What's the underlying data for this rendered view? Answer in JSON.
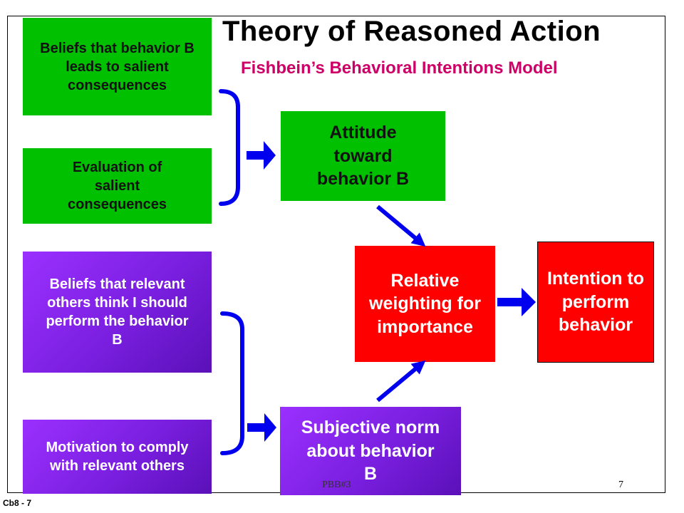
{
  "title": "Theory of Reasoned Action",
  "subtitle": "Fishbein’s Behavioral Intentions Model",
  "boxes": {
    "beliefs_consequences": "Beliefs that behavior B leads to salient consequences",
    "evaluation": "Evaluation of salient consequences",
    "beliefs_others": "Beliefs that relevant others think I should perform the behavior B",
    "motivation": "Motivation to comply with relevant others",
    "attitude": "Attitude toward behavior B",
    "subjective_norm": "Subjective norm about behavior B",
    "relative_weighting": "Relative weighting for importance",
    "intention": "Intention to perform behavior"
  },
  "footer": {
    "slide_id": "Cb8 - 7",
    "center_label": "PBB#3",
    "page_number": "7"
  },
  "colors": {
    "green": "#00c000",
    "purple": "#8a2be2",
    "red": "#ff0000",
    "arrow_blue": "#0000ee",
    "subtitle": "#cc0066"
  }
}
